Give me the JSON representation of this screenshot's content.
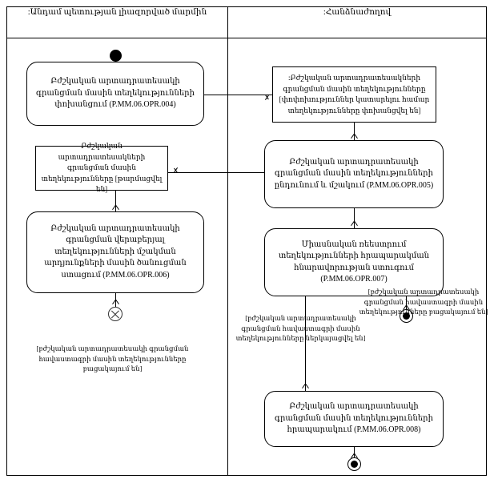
{
  "diagram": {
    "type": "uml-activity-diagram",
    "language": "hy",
    "lanes": [
      {
        "id": "member-state-authority",
        "title": ":Անդամ պետության լիազորված մարմին"
      },
      {
        "id": "commission",
        "title": ":Հանձնաժողով"
      }
    ]
  },
  "nodes": {
    "initial": {
      "kind": "initial-node",
      "label": ""
    },
    "a004": {
      "kind": "activity",
      "lane": "member-state-authority",
      "text": "Բժշկական արտադրատեսակի գրանցման մասին տեղեկությունների փոխանցում (P.MM.06.OPR.004)",
      "code": "P.MM.06.OPR.004"
    },
    "obj_transferred": {
      "kind": "object-node",
      "lane": "commission",
      "text": ":Բժշկական արտադրատեսակների գրանցման մասին տեղեկությունները [փոփոխություններ կատարելու համար տեղեկությունները փոխանցվել են]"
    },
    "a005": {
      "kind": "activity",
      "lane": "commission",
      "text": "Բժշկական արտադրատեսակի գրանցման մասին տեղեկությունների ընդունում և մշակում (P.MM.06.OPR.005)",
      "code": "P.MM.06.OPR.005"
    },
    "obj_updated": {
      "kind": "object-node",
      "lane": "member-state-authority",
      "text": "Բժշկական արտադրատեսակների գրանցման մասին տեղեկությունները [թարմացվել են]"
    },
    "a006": {
      "kind": "activity",
      "lane": "member-state-authority",
      "text": "Բժշկական արտադրատեսակի գրանցման վերաբերյալ տեղեկությունների մշակման արդյունքների մասին ծանուցման ստացում (P.MM.06.OPR.006)",
      "code": "P.MM.06.OPR.006"
    },
    "a007": {
      "kind": "activity",
      "lane": "commission",
      "text": "Միասնական ռեեստրում տեղեկությունների հրապարակման հնարավորության ստուգում (P.MM.06.OPR.007)",
      "code": "P.MM.06.OPR.007"
    },
    "a008": {
      "kind": "activity",
      "lane": "commission",
      "text": "Բժշկական արտադրատեսակի գրանցման մասին տեղեկությունների հրապարակում (P.MM.06.OPR.008)",
      "code": "P.MM.06.OPR.008"
    },
    "flow_final_left": {
      "kind": "flow-final-node",
      "lane": "member-state-authority",
      "label": ""
    },
    "final_right_mid": {
      "kind": "activity-final-node",
      "lane": "commission",
      "label": ""
    },
    "final_right_bottom": {
      "kind": "activity-final-node",
      "lane": "commission",
      "label": ""
    }
  },
  "notes": {
    "left_absent": "[բժշկական արտադրատեսակի գրանցման հավաստագրի մասին տեղեկությունները բացակայում են]",
    "mid_presented": "[բժշկական արտադրատեսակի գրանցման հավաստագրի մասին տեղեկությունները ներկայացվել են]",
    "right_absent": "[բժշկական արտադրատեսակի գրանցման հավաստագրի մասին տեղեկությունները բացակայում են]"
  },
  "colors": {
    "stroke": "#000000",
    "background": "#ffffff",
    "text": "#000000"
  }
}
